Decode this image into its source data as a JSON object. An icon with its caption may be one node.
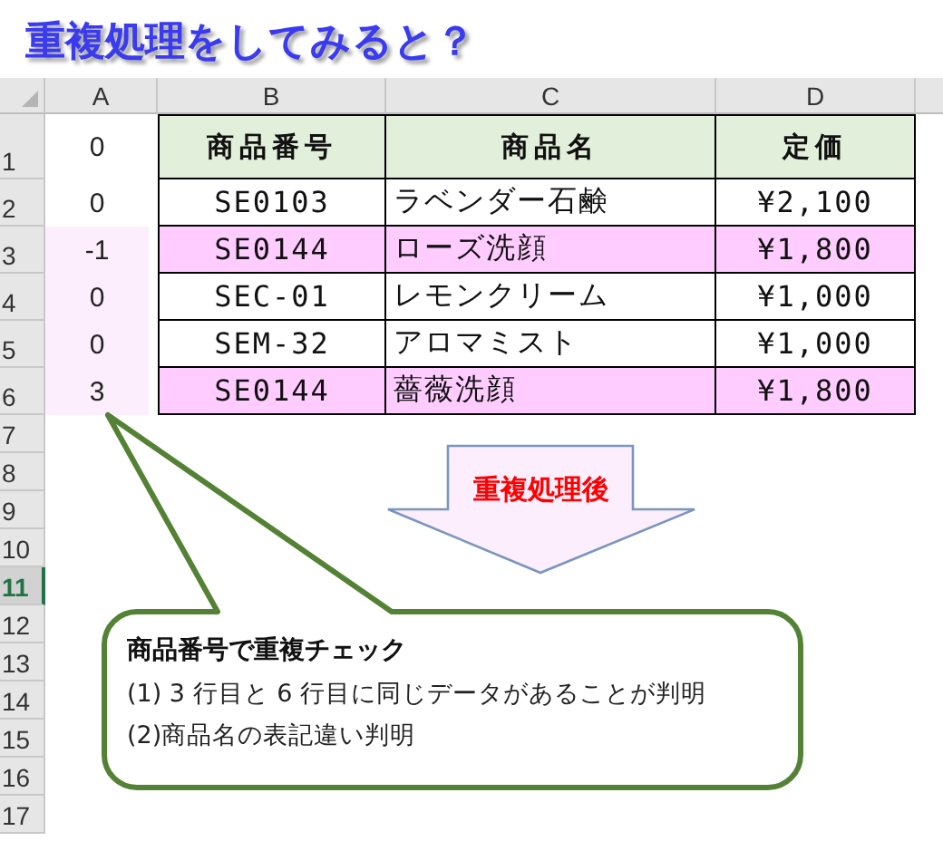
{
  "diagram": {
    "title": "重複処理をしてみると？",
    "nodes": [
      {
        "text": [
          "商品番号で重複チェック",
          "(1) 3 行目と 6 行目に同じデータがあることが判明",
          "(2)商品名の表記違い判明"
        ]
      },
      {
        "text": [
          "重複処理後"
        ]
      },
      {
        "text": [
          "3"
        ]
      }
    ],
    "edges": [
      {
        "from": 0,
        "to": 2,
        "arrow": "none",
        "color": "#548235"
      }
    ],
    "labels": [
      "A",
      "B",
      "C",
      "D",
      "1",
      "0",
      "商品番号",
      "商品名",
      "定価",
      "2",
      "0",
      "SE0103",
      "ラベンダー石鹸",
      "¥2,100",
      "3",
      "-1",
      "SE0144",
      "ローズ洗顔",
      "¥1,800",
      "4",
      "0",
      "SEC-01",
      "レモンクリーム",
      "¥1,000",
      "5",
      "0",
      "SEM-32",
      "アロマミスト",
      "¥1,000",
      "6",
      "SE0144",
      "薔薇洗顔",
      "¥1,800",
      "7",
      "8",
      "9",
      "10",
      "11",
      "12",
      "13",
      "14",
      "15",
      "16",
      "17"
    ]
  }
}
